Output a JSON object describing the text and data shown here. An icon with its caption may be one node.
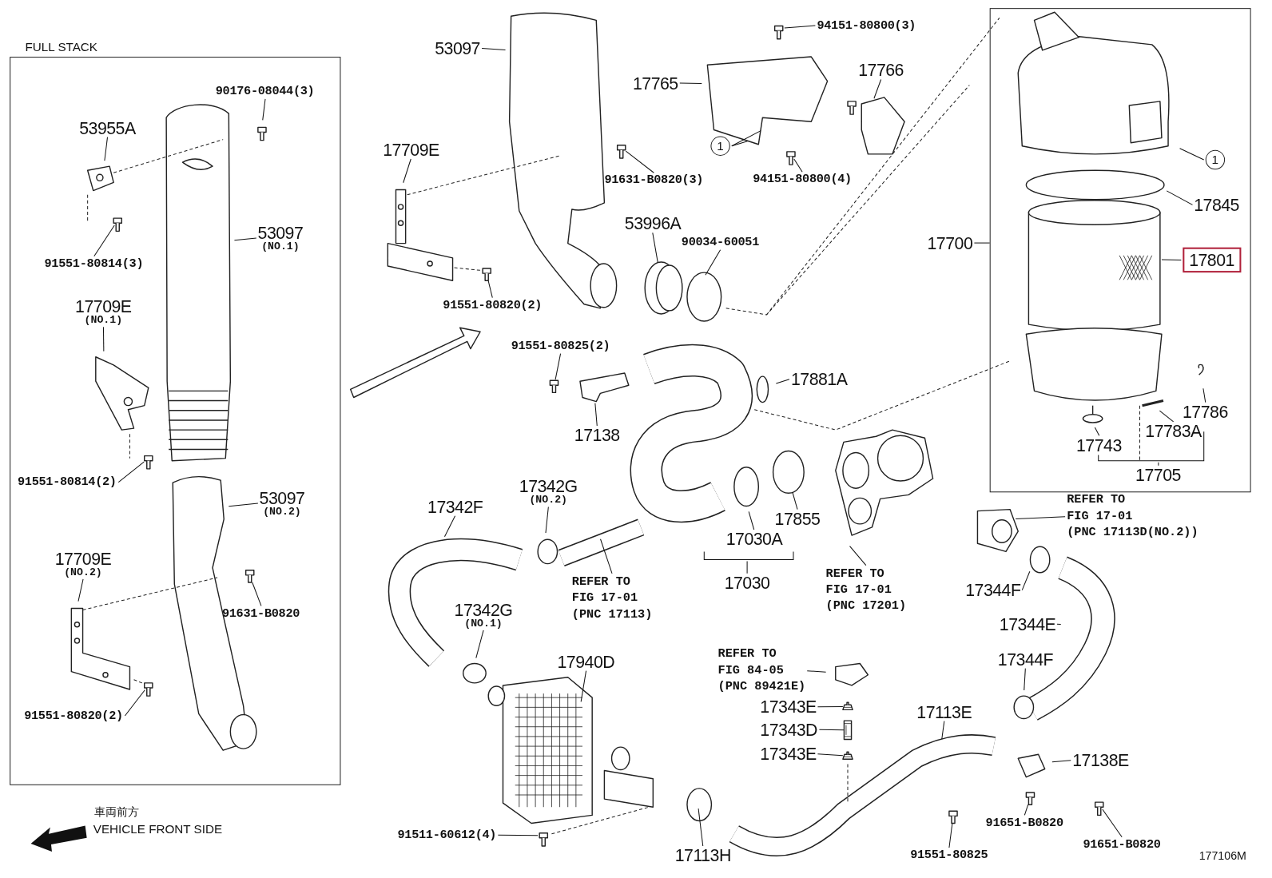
{
  "diagram": {
    "nodes": [
      {
        "text": [
          "FULL STACK"
        ]
      },
      {
        "text": [
          "53955A"
        ],
        "in": 0
      },
      {
        "text": [
          "90176-08044(3)"
        ],
        "in": 0
      },
      {
        "text": [
          "91551-80814(3)"
        ],
        "in": 0
      },
      {
        "text": [
          "53097",
          "(NO.1)"
        ],
        "in": 0
      },
      {
        "text": [
          "17709E",
          "(NO.1)"
        ],
        "in": 0
      },
      {
        "text": [
          "91551-80814(2)"
        ],
        "in": 0
      },
      {
        "text": [
          "53097",
          "(NO.2)"
        ],
        "in": 0
      },
      {
        "text": [
          "17709E",
          "(NO.2)"
        ],
        "in": 0
      },
      {
        "text": [
          "91631-B0820"
        ],
        "in": 0
      },
      {
        "text": [
          "91551-80820(2)"
        ],
        "in": 0
      },
      {
        "text": [
          "53097"
        ]
      },
      {
        "text": [
          "17709E"
        ]
      },
      {
        "text": [
          "91631-B0820(3)"
        ]
      },
      {
        "text": [
          "91551-80820(2)"
        ]
      },
      {
        "text": [
          "17765"
        ]
      },
      {
        "text": [
          "94151-80800(3)"
        ]
      },
      {
        "text": [
          "17766"
        ]
      },
      {
        "text": [
          "1"
        ]
      },
      {
        "text": [
          "94151-80800(4)"
        ]
      },
      {
        "text": [
          "53996A"
        ]
      },
      {
        "text": [
          "90034-60051"
        ]
      },
      {
        "text": [
          "91551-80825(2)"
        ]
      },
      {
        "text": [
          "17138"
        ]
      },
      {
        "text": [
          "17881A"
        ]
      },
      {
        "text": [
          "17342F"
        ]
      },
      {
        "text": [
          "17342G",
          "(NO.2)"
        ]
      },
      {
        "text": [
          "REFER TO FIG 17-01 (PNC 17113)"
        ]
      },
      {
        "text": [
          "17855"
        ]
      },
      {
        "text": [
          "17030A"
        ]
      },
      {
        "text": [
          "17030"
        ]
      },
      {
        "text": [
          "REFER TO FIG 17-01 (PNC 17201)"
        ]
      },
      {
        "text": [
          "17342G",
          "(NO.1)"
        ]
      },
      {
        "text": [
          "17940D"
        ]
      },
      {
        "text": [
          "REFER TO FIG 84-05 (PNC 89421E)"
        ]
      },
      {
        "text": [
          "17343E"
        ]
      },
      {
        "text": [
          "17343D"
        ]
      },
      {
        "text": [
          "17343E"
        ]
      },
      {
        "text": [
          "17113E"
        ]
      },
      {
        "text": [
          "17113H"
        ]
      },
      {
        "text": [
          "91511-60612(4)"
        ]
      },
      {
        "text": [
          "91551-80825"
        ]
      },
      {
        "text": [
          "REFER TO FIG 17-01 (PNC 17113D(NO.2))"
        ]
      },
      {
        "text": [
          "17344F"
        ]
      },
      {
        "text": [
          "17344E"
        ]
      },
      {
        "text": [
          "17344F"
        ]
      },
      {
        "text": [
          "17138E"
        ]
      },
      {
        "text": [
          "91651-B0820"
        ]
      },
      {
        "text": [
          "91651-B0820"
        ]
      },
      {
        "text": [
          "17700"
        ]
      },
      {
        "text": [],
        "shape": "box"
      },
      {
        "text": [
          "17845"
        ],
        "in": 50
      },
      {
        "text": [
          "17801"
        ],
        "in": 50
      },
      {
        "text": [
          "1"
        ],
        "in": 50
      },
      {
        "text": [
          "17786"
        ],
        "in": 50
      },
      {
        "text": [
          "17783A"
        ],
        "in": 50
      },
      {
        "text": [
          "17743"
        ],
        "in": 50
      },
      {
        "text": [
          "17705"
        ],
        "in": 50
      },
      {
        "text": [],
        "shape": "picture",
        "in": 0
      },
      {
        "text": [],
        "shape": "picture"
      },
      {
        "text": [],
        "shape": "picture"
      },
      {
        "text": [],
        "shape": "picture"
      },
      {
        "text": [],
        "shape": "picture"
      },
      {
        "text": [],
        "shape": "picture"
      },
      {
        "text": [],
        "shape": "picture"
      },
      {
        "text": [],
        "shape": "picture"
      },
      {
        "text": [],
        "shape": "bar"
      },
      {
        "text": [],
        "shape": "bar",
        "in": 50
      }
    ],
    "edges": [
      {
        "from": 1,
        "to": null,
        "arrow": "none"
      },
      {
        "from": 2,
        "to": null,
        "arrow": "none"
      },
      {
        "from": 3,
        "to": null,
        "arrow": "none"
      },
      {
        "from": 4,
        "to": null,
        "arrow": "none"
      },
      {
        "from": 5,
        "to": null,
        "arrow": "none"
      },
      {
        "from": 6,
        "to": null,
        "arrow": "none"
      },
      {
        "from": 7,
        "to": null,
        "arrow": "none"
      },
      {
        "from": 8,
        "to": null,
        "arrow": "none"
      },
      {
        "from": 9,
        "to": 58,
        "arrow": "none"
      },
      {
        "from": 10,
        "to": null,
        "arrow": "none"
      },
      {
        "from": 11,
        "to": null,
        "arrow": "none"
      },
      {
        "from": 12,
        "to": null,
        "arrow": "none"
      },
      {
        "from": 13,
        "to": null,
        "arrow": "none"
      },
      {
        "from": 14,
        "to": 59,
        "arrow": "none"
      },
      {
        "from": 15,
        "to": null,
        "arrow": "none"
      },
      {
        "from": 16,
        "to": null,
        "arrow": "none"
      },
      {
        "from": 17,
        "to": null,
        "arrow": "none"
      },
      {
        "from": 18,
        "to": null,
        "arrow": "none"
      },
      {
        "from": 18,
        "to": null,
        "arrow": "none"
      },
      {
        "from": 19,
        "to": null,
        "arrow": "none"
      },
      {
        "from": 20,
        "to": null,
        "arrow": "none"
      },
      {
        "from": 21,
        "to": null,
        "arrow": "none"
      },
      {
        "from": 22,
        "to": 60,
        "arrow": "none"
      },
      {
        "from": 23,
        "to": null,
        "arrow": "none"
      },
      {
        "from": 24,
        "to": null,
        "arrow": "none"
      },
      {
        "from": 25,
        "to": null,
        "arrow": "none"
      },
      {
        "from": 26,
        "to": null,
        "arrow": "none"
      },
      {
        "from": 27,
        "to": null,
        "arrow": "none"
      },
      {
        "from": 28,
        "to": null,
        "arrow": "none"
      },
      {
        "from": 29,
        "to": null,
        "arrow": "none"
      },
      {
        "from": 30,
        "to": 66,
        "arrow": "none"
      },
      {
        "from": 31,
        "to": null,
        "arrow": "none"
      },
      {
        "from": 32,
        "to": null,
        "arrow": "none"
      },
      {
        "from": 33,
        "to": null,
        "arrow": "none"
      },
      {
        "from": 34,
        "to": null,
        "arrow": "none"
      },
      {
        "from": 35,
        "to": 61,
        "arrow": "none"
      },
      {
        "from": 36,
        "to": 62,
        "arrow": "none"
      },
      {
        "from": 37,
        "to": 63,
        "arrow": "none"
      },
      {
        "from": 38,
        "to": null,
        "arrow": "none"
      },
      {
        "from": 39,
        "to": null,
        "arrow": "none"
      },
      {
        "from": 40,
        "to": null,
        "arrow": "none"
      },
      {
        "from": 41,
        "to": 64,
        "arrow": "none"
      },
      {
        "from": 42,
        "to": null,
        "arrow": "none"
      },
      {
        "from": 43,
        "to": null,
        "arrow": "none"
      },
      {
        "from": 44,
        "to": null,
        "arrow": "none"
      },
      {
        "from": 45,
        "to": null,
        "arrow": "none"
      },
      {
        "from": 46,
        "to": null,
        "arrow": "none"
      },
      {
        "from": 47,
        "to": 65,
        "arrow": "none"
      },
      {
        "from": 48,
        "to": null,
        "arrow": "none"
      },
      {
        "from": 49,
        "to": 50,
        "arrow": "none"
      },
      {
        "from": 51,
        "to": null,
        "arrow": "none"
      },
      {
        "from": 52,
        "to": null,
        "arrow": "none"
      },
      {
        "from": 53,
        "to": null,
        "arrow": "none"
      },
      {
        "from": 54,
        "to": null,
        "arrow": "none"
      },
      {
        "from": 55,
        "to": null,
        "arrow": "none"
      },
      {
        "from": 56,
        "to": null,
        "arrow": "none"
      },
      {
        "from": 57,
        "to": 67,
        "arrow": "none"
      }
    ],
    "labels": [
      "車両前方",
      "VEHICLE FRONT SIDE",
      "177106M"
    ]
  }
}
